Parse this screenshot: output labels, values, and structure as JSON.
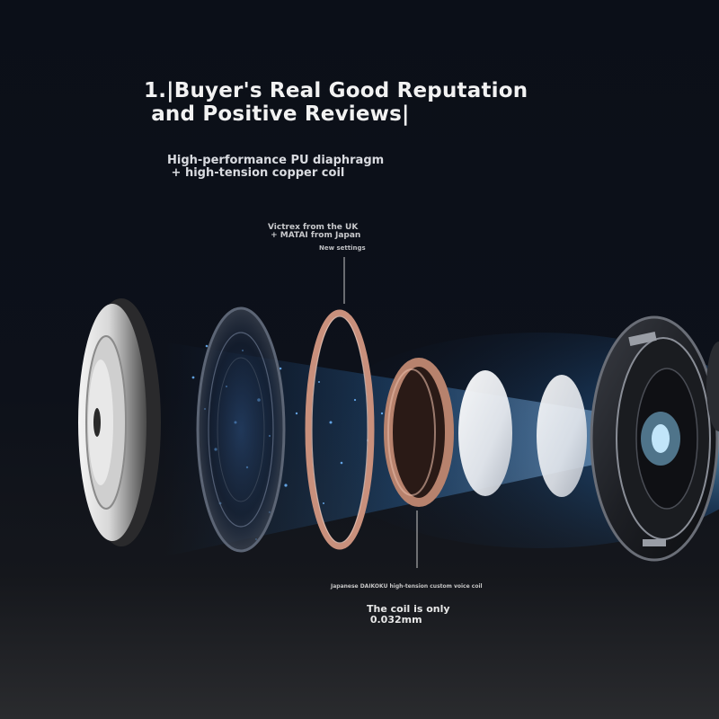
{
  "headline": "1.|Buyer's Real Good Reputation\n and Positive Reviews|",
  "subtitle": "High-performance PU diaphragm\n + high-tension copper coil",
  "callouts": {
    "material": "Victrex from the UK\n + MATAI from Japan",
    "settings": "New settings",
    "coil_origin": "Japanese DAIKOKU high-tension custom voice coil",
    "coil_size": "The coil is only\n 0.032mm"
  },
  "colors": {
    "background": "#0b0f18",
    "glow": "#3fa9ff",
    "copper": "#c9907c"
  },
  "illustration": {
    "subject": "exploded view of earphone driver components",
    "parts": [
      "back-cap",
      "diaphragm",
      "copper-ring",
      "voice-coil",
      "magnet-disc-1",
      "magnet-disc-2",
      "driver-housing"
    ]
  }
}
